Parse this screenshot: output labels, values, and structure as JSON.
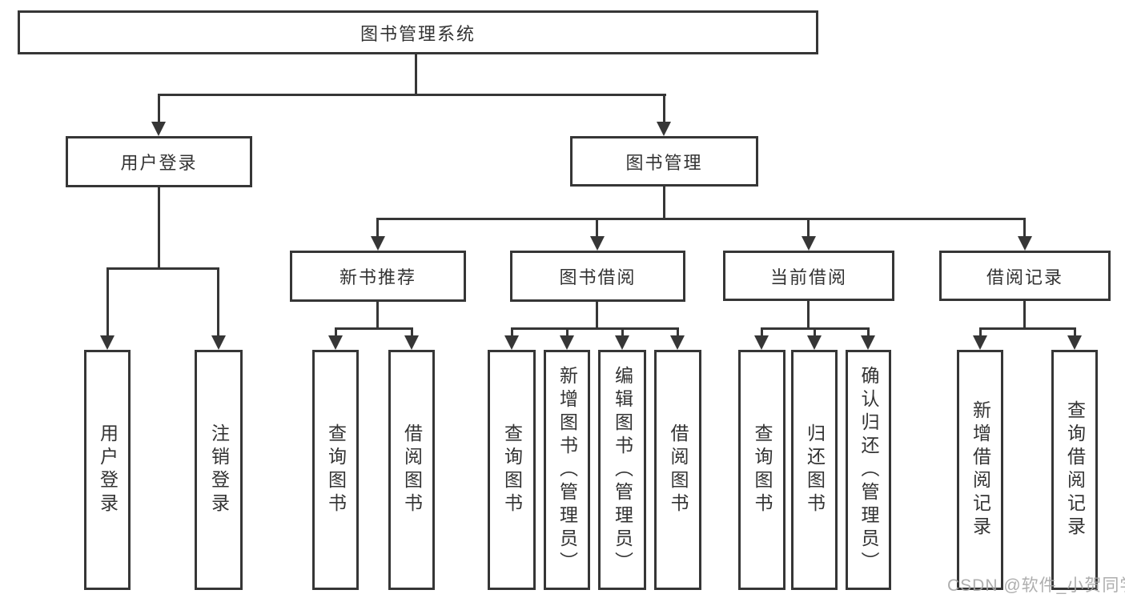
{
  "diagram": {
    "root": {
      "label": "图书管理系统"
    },
    "level2": [
      {
        "label": "用户登录"
      },
      {
        "label": "图书管理"
      }
    ],
    "level3": [
      {
        "label": "新书推荐"
      },
      {
        "label": "图书借阅"
      },
      {
        "label": "当前借阅"
      },
      {
        "label": "借阅记录"
      }
    ],
    "leaves": {
      "user_login": [
        {
          "label": "用户登录"
        },
        {
          "label": "注销登录"
        }
      ],
      "new_book_recommend": [
        {
          "label": "查询图书"
        },
        {
          "label": "借阅图书"
        }
      ],
      "book_borrow": [
        {
          "label": "查询图书"
        },
        {
          "label": "新增图书（管理员）"
        },
        {
          "label": "编辑图书（管理员）"
        },
        {
          "label": "借阅图书"
        }
      ],
      "current_borrow": [
        {
          "label": "查询图书"
        },
        {
          "label": "归还图书"
        },
        {
          "label": "确认归还（管理员）"
        }
      ],
      "borrow_record": [
        {
          "label": "新增借阅记录"
        },
        {
          "label": "查询借阅记录"
        }
      ]
    },
    "watermark": "CSDN @软件_小贺同学",
    "colors": {
      "line": "#363636",
      "text": "#333333",
      "watermark": "#a5a5a5",
      "background": "#ffffff"
    }
  }
}
